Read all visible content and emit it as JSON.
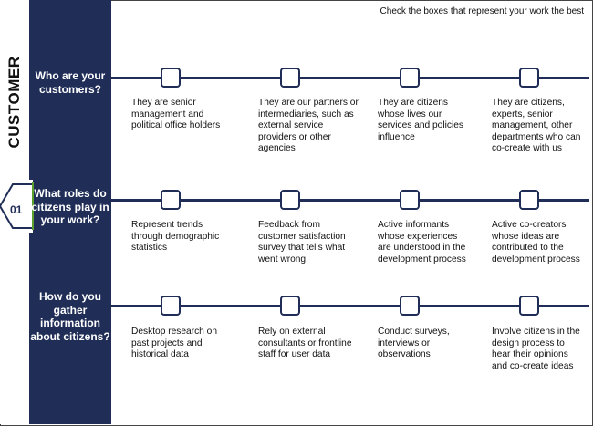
{
  "section_label": "CUSTOMER",
  "section_number": "01",
  "instruction": "Check the boxes that represent your work the best",
  "colors": {
    "navy": "#1f2d57",
    "accent_tab": "#1f2d57"
  },
  "questions": [
    {
      "text": "Who are your customers?",
      "options": [
        "They are senior management and political office holders",
        "They are our partners or intermediaries, such as external service providers or other agencies",
        "They are citizens whose lives our services and policies influence",
        "They are citizens, experts, senior management, other departments who can co-create with us"
      ]
    },
    {
      "text": "What roles do citizens play in your work?",
      "options": [
        "Represent trends through demographic statistics",
        "Feedback from customer satisfaction survey that tells what went wrong",
        "Active informants whose experiences are understood in the development process",
        "Active co-creators whose ideas are contributed to the development process"
      ]
    },
    {
      "text": "How do you gather information about citizens?",
      "options": [
        "Desktop research on past projects and historical data",
        "Rely on external consultants or frontline staff for user data",
        "Conduct surveys, interviews or observations",
        "Involve citizens in the design process to hear their opinions and co-create ideas"
      ]
    }
  ]
}
